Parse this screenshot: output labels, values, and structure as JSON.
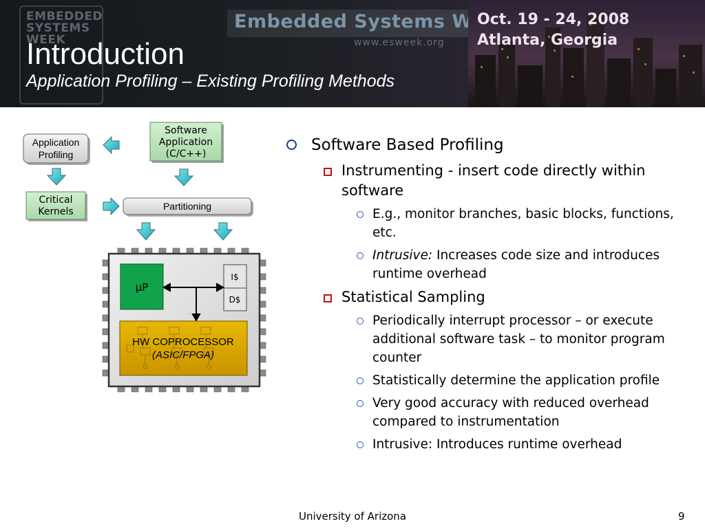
{
  "banner": {
    "logo_text": "EMBEDDED\nSYSTEMS\nWEEK",
    "event_title": "Embedded Systems Week",
    "event_url": "www.esweek.org",
    "event_dates": "Oct. 19 - 24, 2008",
    "event_place": "Atlanta, Georgia"
  },
  "slide": {
    "title": "Introduction",
    "subtitle": "Application Profiling – Existing Profiling Methods"
  },
  "diagram": {
    "app_profiling": [
      "Application",
      "Profiling"
    ],
    "software_app": [
      "Software",
      "Application",
      "(C/C++)"
    ],
    "critical_kernels": [
      "Critical",
      "Kernels"
    ],
    "partitioning": "Partitioning",
    "up": "µP",
    "icache": "I$",
    "dcache": "D$",
    "hw_coprocessor": "HW COPROCESSOR",
    "asic_fpga": "(ASIC/FPGA)"
  },
  "bullets": {
    "b1": "Software Based Profiling",
    "b1_1": "Instrumenting - insert code directly within software",
    "b1_1_1_prefix": "E.g.,",
    "b1_1_1_rest": " monitor branches, basic blocks, functions, etc.",
    "b1_1_2_em": "Intrusive:",
    "b1_1_2_rest": " Increases code size and introduces runtime overhead",
    "b1_2": "Statistical Sampling",
    "b1_2_1": "Periodically interrupt processor – or execute additional software task – to monitor program counter",
    "b1_2_2": "Statistically determine the application profile",
    "b1_2_3": "Very good accuracy with reduced overhead compared to instrumentation",
    "b1_2_4": "Intrusive: Introduces runtime overhead"
  },
  "footer": {
    "organization": "University of Arizona",
    "page_number": "9"
  }
}
